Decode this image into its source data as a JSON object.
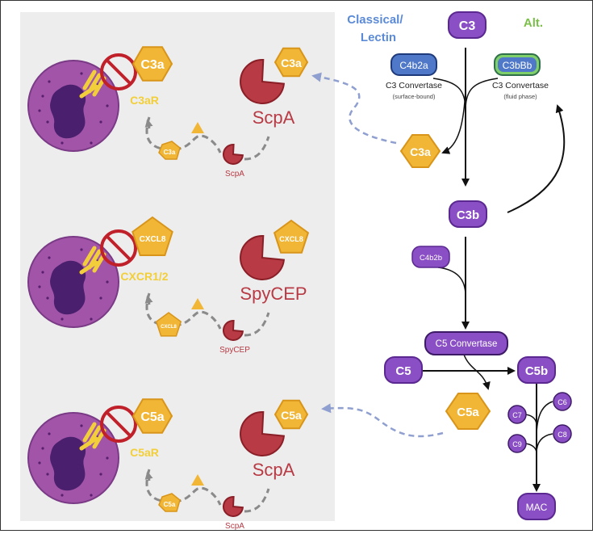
{
  "pathway": {
    "c3": "C3",
    "classical_lectin": "Classical/\nLectin",
    "alternative": "Alt.",
    "c4b2a": "C4b2a",
    "c3bbb": "C3bBb",
    "c3_convertase": "C3 Convertase",
    "surface_bound": "(surface-bound)",
    "fluid_phase": "(fluid phase)",
    "c3a": "C3a",
    "c3b": "C3b",
    "c4b2b": "C4b2b",
    "c5_convertase": "C5 Convertase",
    "c5": "C5",
    "c5b": "C5b",
    "c5a": "C5a",
    "c6": "C6",
    "c7": "C7",
    "c8": "C8",
    "c9": "C9",
    "mac": "MAC"
  },
  "panels": [
    {
      "ligand": "C3a",
      "receptor": "C3aR",
      "enzyme": "ScpA",
      "small_ligand": "C3a",
      "small_enzyme": "ScpA"
    },
    {
      "ligand": "CXCL8",
      "receptor": "CXCR1/2",
      "enzyme": "SpyCEP",
      "small_ligand": "CXCL8",
      "small_enzyme": "SpyCEP"
    },
    {
      "ligand": "C5a",
      "receptor": "C5aR",
      "enzyme": "ScpA",
      "small_ligand": "C5a",
      "small_enzyme": "ScpA"
    }
  ],
  "colors": {
    "purple": "#8a4fc4",
    "purple_dark": "#5a2890",
    "gold": "#f2b636",
    "gold_dark": "#d8951a",
    "red": "#b83a44",
    "red_dark": "#8a1f28",
    "blue_label": "#5b8ad6",
    "green_label": "#7bbf4a",
    "receptor_yellow": "#f2cf3a",
    "cell_fill": "#a255a8",
    "nucleus": "#4a1f6e",
    "gray_panel": "#ededed"
  }
}
